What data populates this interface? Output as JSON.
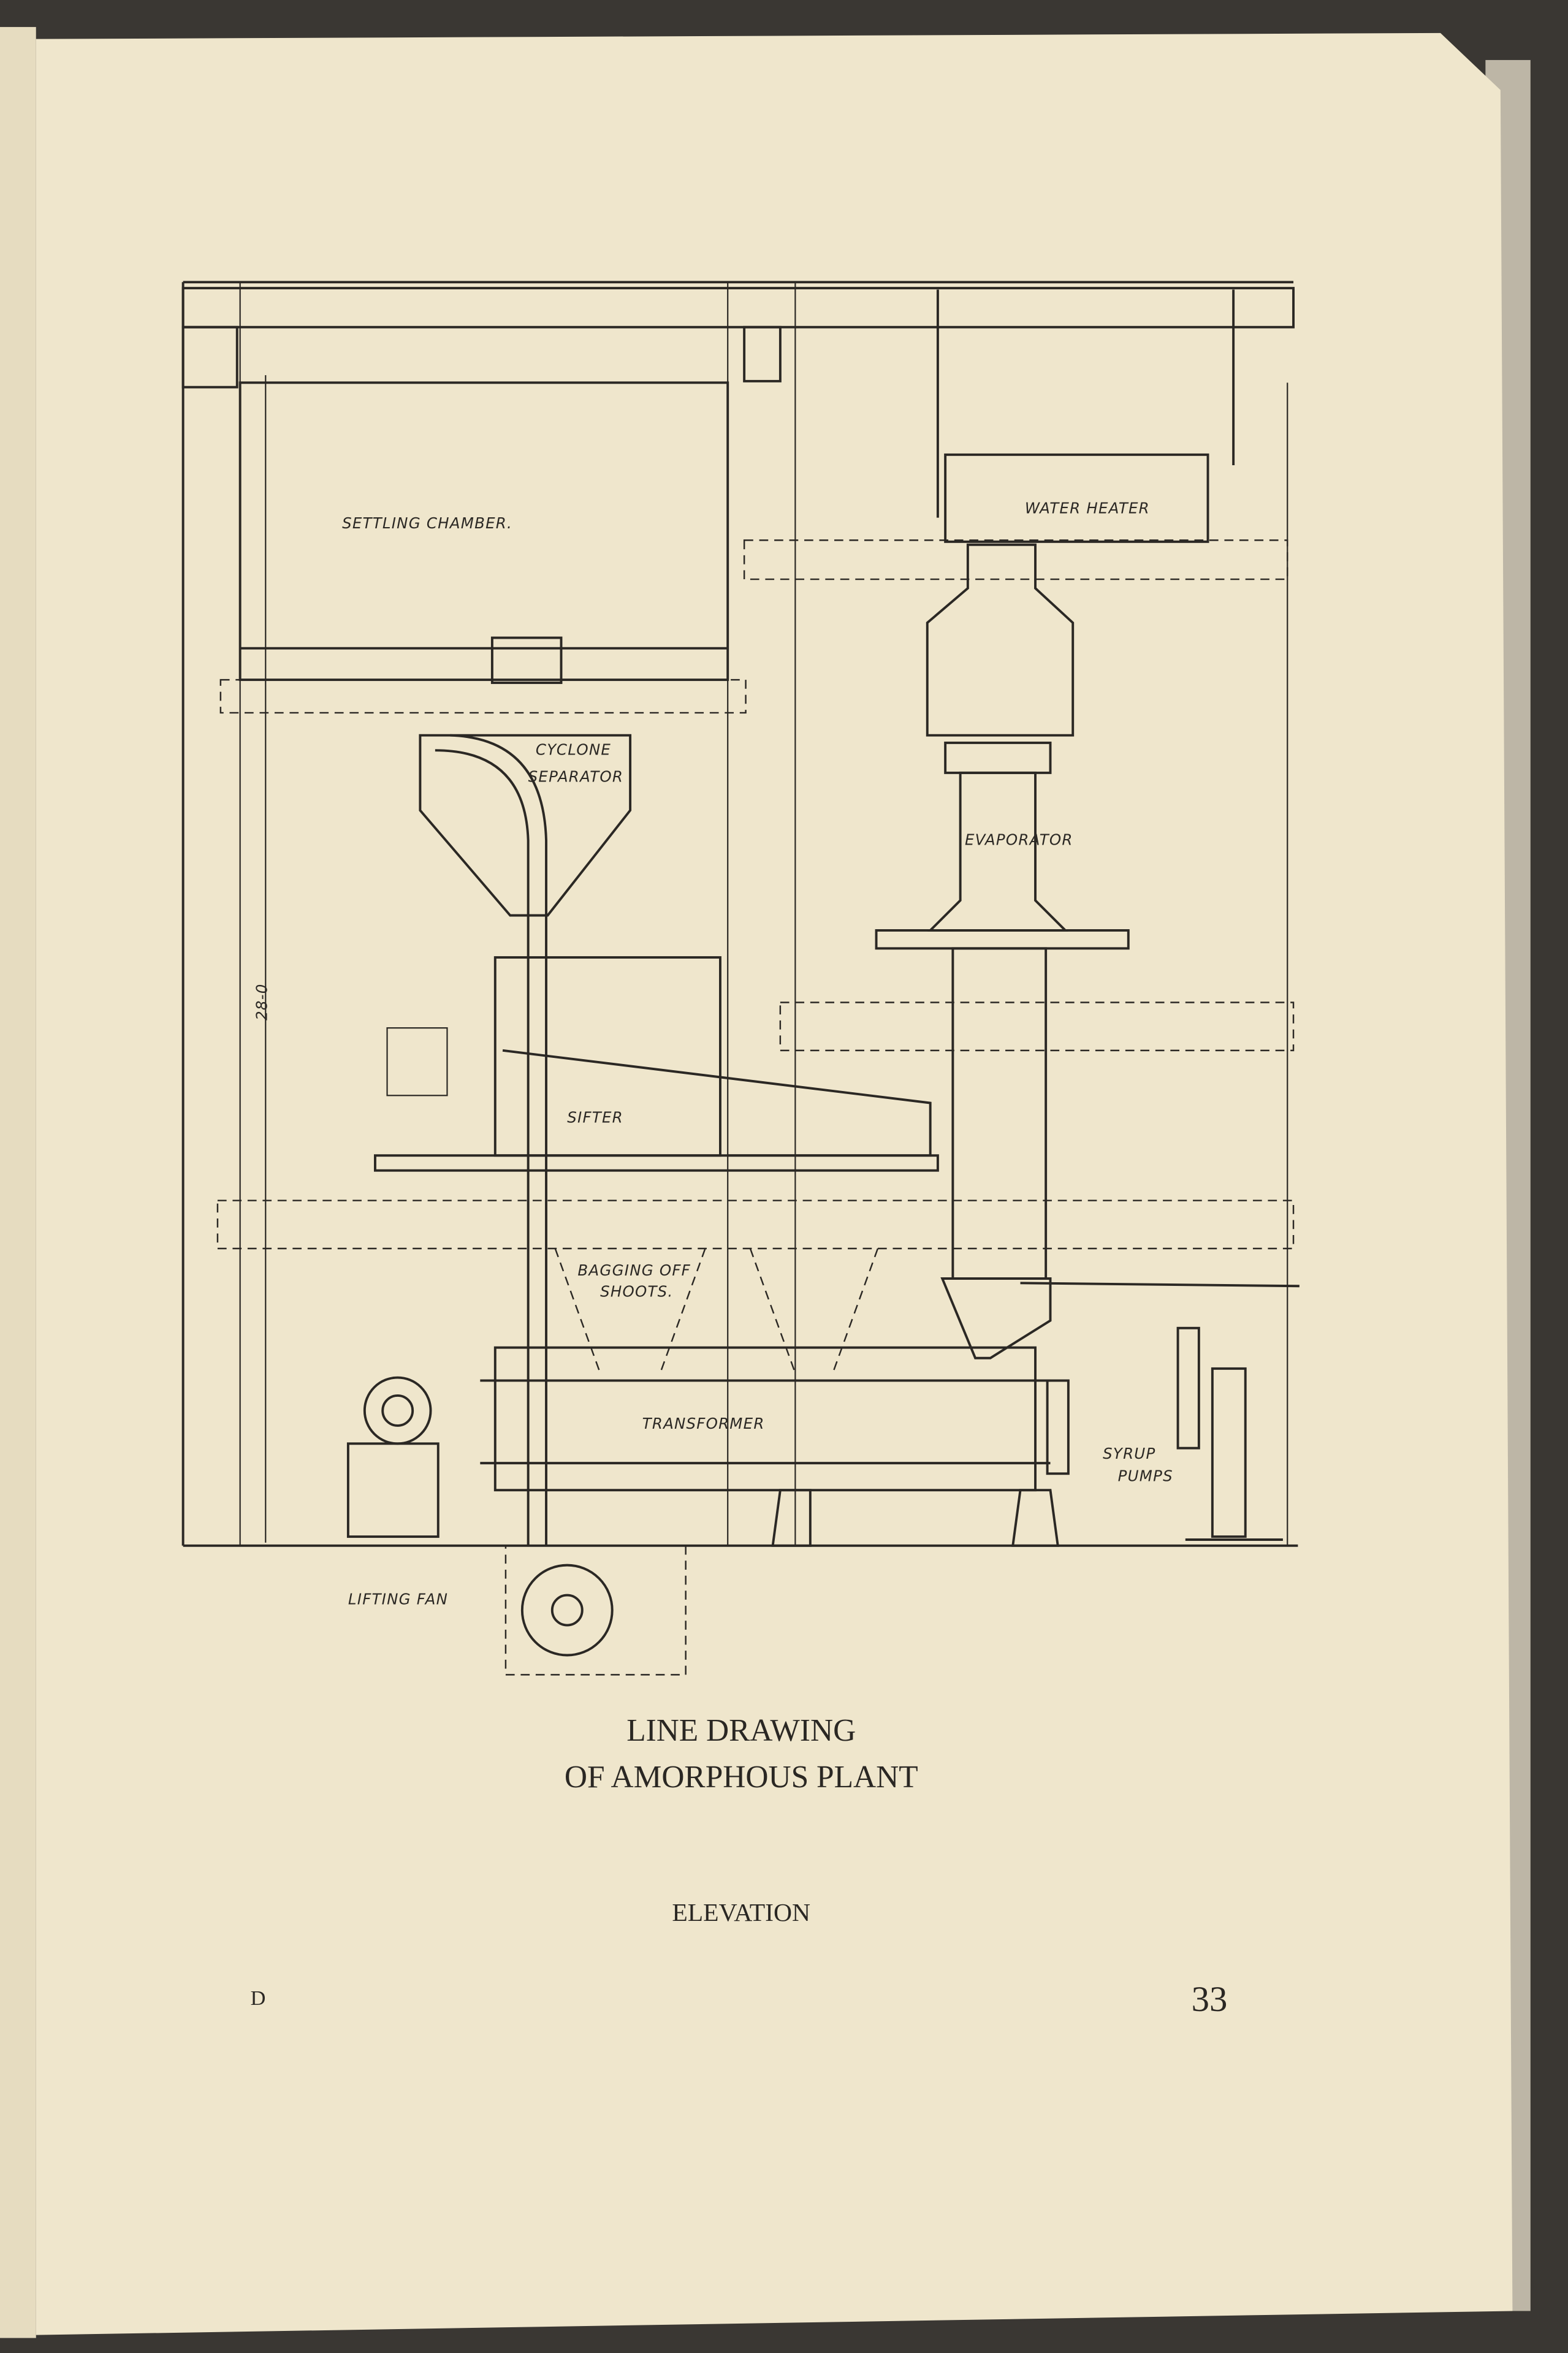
{
  "page": {
    "caption_line1": "LINE DRAWING",
    "caption_line2": "OF AMORPHOUS PLANT",
    "subcaption": "ELEVATION",
    "signature_mark": "D",
    "page_number": "33"
  },
  "drawing": {
    "labels": {
      "settling_chamber": "SETTLING CHAMBER.",
      "water_heater": "WATER HEATER",
      "cyclone": "CYCLONE",
      "separator": "SEPARATOR",
      "evaporator": "EVAPORATOR",
      "dimension": "28-0",
      "sifter": "SIFTER",
      "bagging_off": "BAGGING OFF",
      "shoots": "SHOOTS.",
      "transformer": "TRANSFORMER",
      "syrup": "SYRUP",
      "pumps": "PUMPS",
      "lifting_fan": "LIFTING FAN"
    }
  },
  "colors": {
    "paper": "#efe6cc",
    "ink": "#2b2824",
    "background": "#3a3733"
  }
}
